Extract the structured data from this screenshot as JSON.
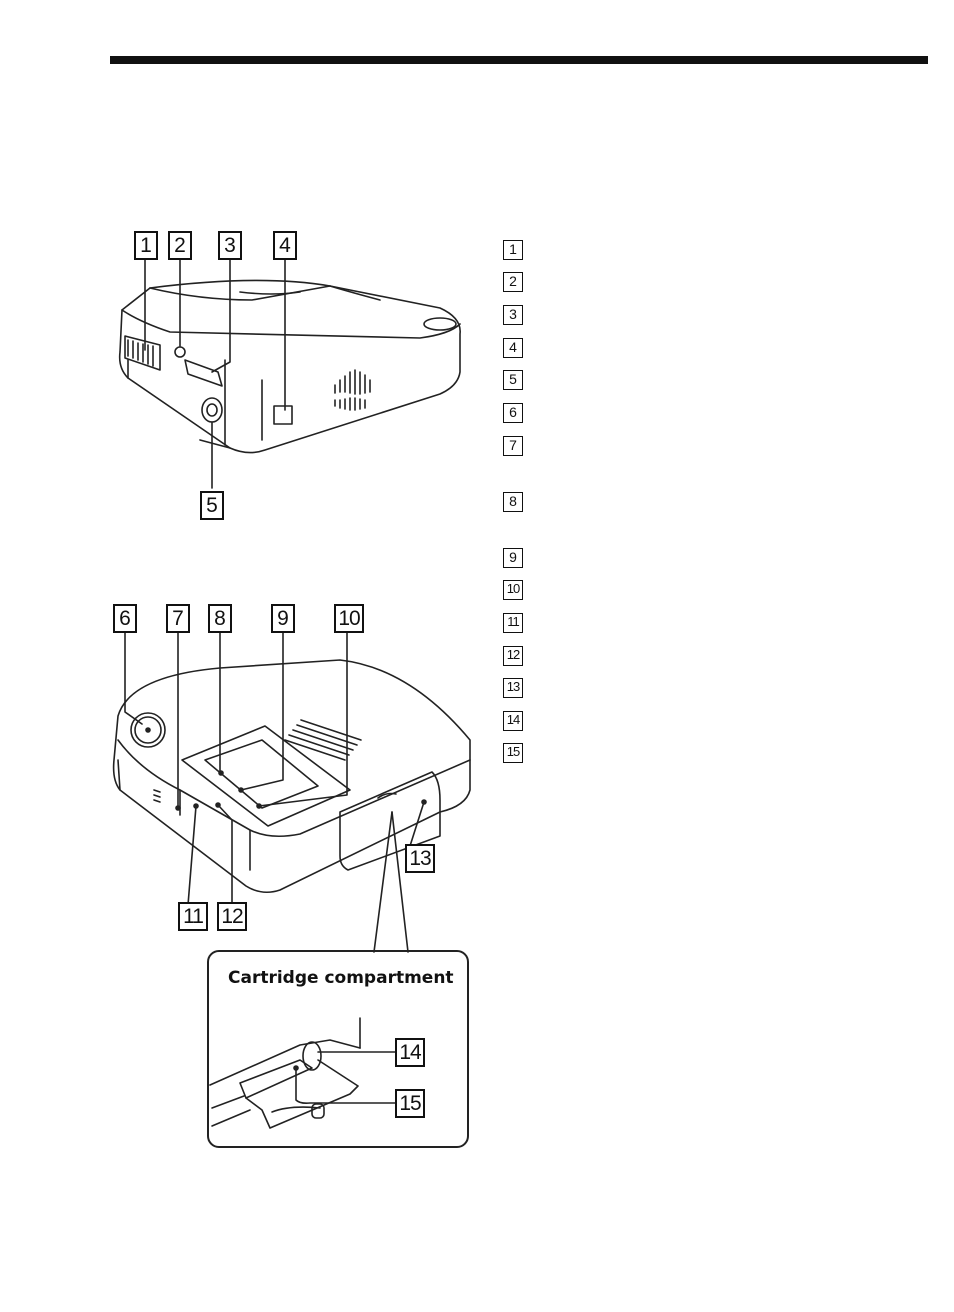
{
  "figure": {
    "side_view_labels": [
      "1",
      "2",
      "3",
      "4",
      "5"
    ],
    "top_view_labels": [
      "6",
      "7",
      "8",
      "9",
      "10",
      "11",
      "12",
      "13"
    ],
    "callout": {
      "title": "Cartridge compartment",
      "labels": [
        "14",
        "15"
      ]
    }
  },
  "legend": {
    "items": [
      "1",
      "2",
      "3",
      "4",
      "5",
      "6",
      "7",
      "8",
      "9",
      "10",
      "11",
      "12",
      "13",
      "14",
      "15"
    ]
  }
}
